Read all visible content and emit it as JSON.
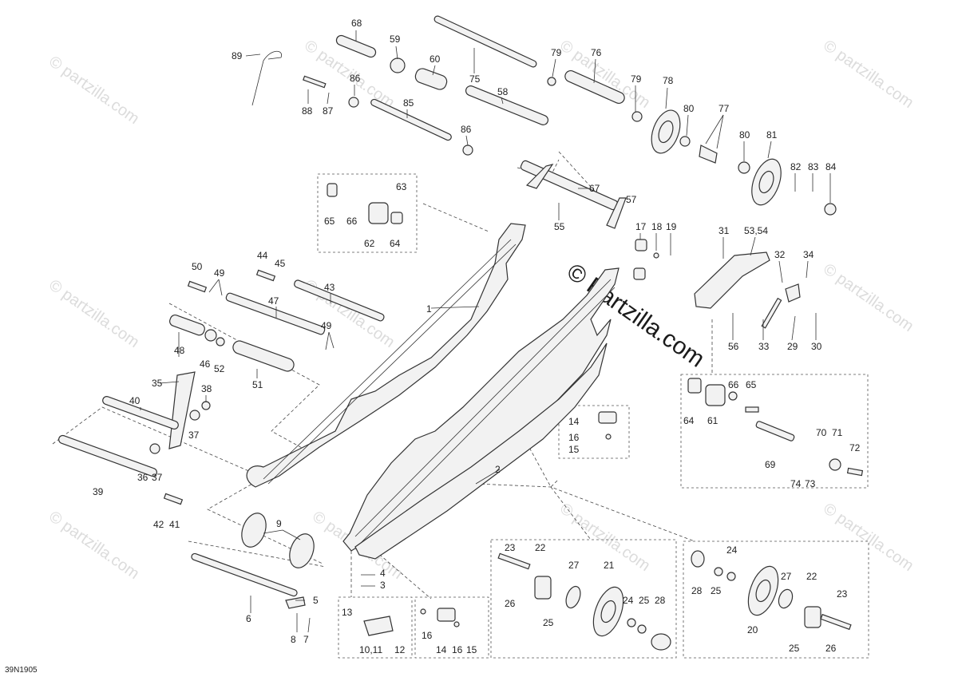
{
  "diagram": {
    "code": "39N1905",
    "watermark": "© Partzilla.com",
    "watermark_small": "© partzilla.com",
    "parts": {
      "p1": "1",
      "p2": "2",
      "p3": "3",
      "p4": "4",
      "p5": "5",
      "p6": "6",
      "p7": "7",
      "p8": "8",
      "p9": "9",
      "p10_11": "10,11",
      "p12": "12",
      "p13": "13",
      "p14": "14",
      "p15": "15",
      "p16": "16",
      "p17": "17",
      "p18": "18",
      "p19": "19",
      "p20": "20",
      "p21": "21",
      "p22": "22",
      "p23": "23",
      "p24": "24",
      "p25": "25",
      "p26": "26",
      "p27": "27",
      "p28": "28",
      "p29": "29",
      "p30": "30",
      "p31": "31",
      "p32": "32",
      "p33": "33",
      "p34": "34",
      "p35": "35",
      "p36": "36",
      "p37": "37",
      "p38": "38",
      "p39": "39",
      "p40": "40",
      "p41": "41",
      "p42": "42",
      "p43": "43",
      "p44": "44",
      "p45": "45",
      "p46": "46",
      "p47": "47",
      "p48": "48",
      "p49": "49",
      "p50": "50",
      "p51": "51",
      "p52": "52",
      "p53_54": "53,54",
      "p55": "55",
      "p56": "56",
      "p57": "57",
      "p58": "58",
      "p59": "59",
      "p60": "60",
      "p61": "61",
      "p62": "62",
      "p63": "63",
      "p64": "64",
      "p65": "65",
      "p66": "66",
      "p67": "67",
      "p68": "68",
      "p69": "69",
      "p70": "70",
      "p71": "71",
      "p72": "72",
      "p73": "73",
      "p74": "74",
      "p75": "75",
      "p76": "76",
      "p77": "77",
      "p78": "78",
      "p79": "79",
      "p80": "80",
      "p81": "81",
      "p82": "82",
      "p83": "83",
      "p84": "84",
      "p85": "85",
      "p86": "86",
      "p87": "87",
      "p88": "88",
      "p89": "89"
    }
  }
}
